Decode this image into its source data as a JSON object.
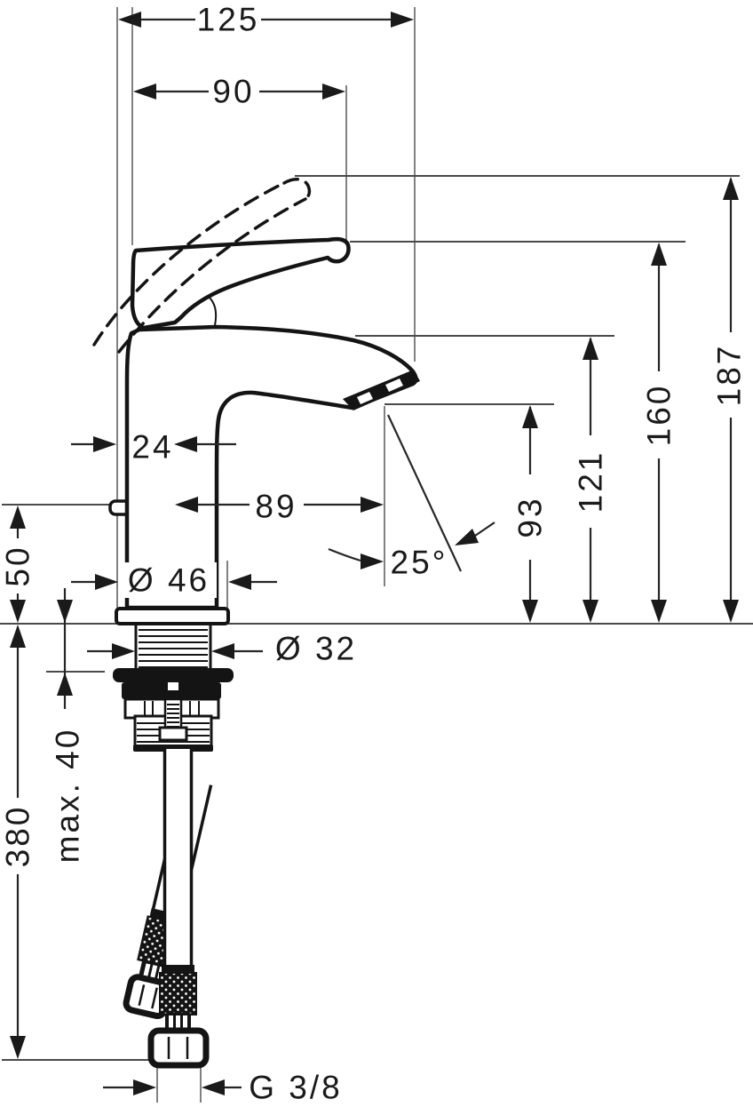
{
  "drawing": {
    "type": "faucet installation technical drawing",
    "units": "mm",
    "colors": {
      "line": "#141414",
      "dim_line": "#262626",
      "ref_line": "#4a4a4a",
      "background": "#ffffff"
    },
    "dims": {
      "overall_width": "125",
      "handle_reach": "90",
      "rear_offset": "24",
      "spout_reach": "89",
      "spout_angle": "25°",
      "rod_height": "50",
      "base_diameter": "Ø 46",
      "shank_diameter": "Ø 32",
      "max_mounting_thickness": "max. 40",
      "hose_length": "380",
      "outlet_height": "93",
      "spout_top_height": "121",
      "handle_top_height": "160",
      "overall_height": "187",
      "connection_thread": "G 3/8"
    }
  }
}
